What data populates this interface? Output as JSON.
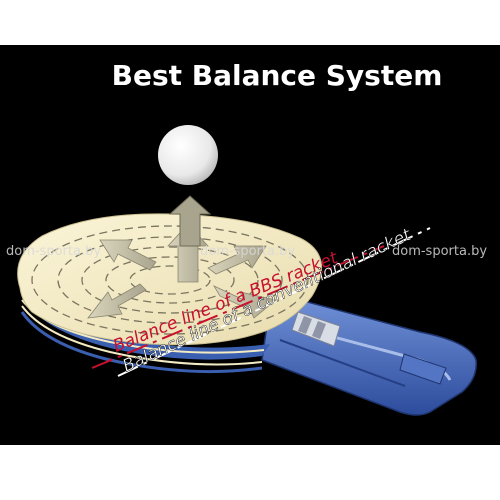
{
  "title": "Best Balance System",
  "watermark": "dom-sporta.by",
  "labels": {
    "bbs_line": "Balance line of a BBS racket",
    "conventional_line": "Balance line of a conventional racket"
  },
  "colors": {
    "background": "#000000",
    "blade_face": "#f3ebc4",
    "handle": "#3f62b4",
    "bbs_line": "#c8102e",
    "conventional_line": "#ffffff"
  }
}
